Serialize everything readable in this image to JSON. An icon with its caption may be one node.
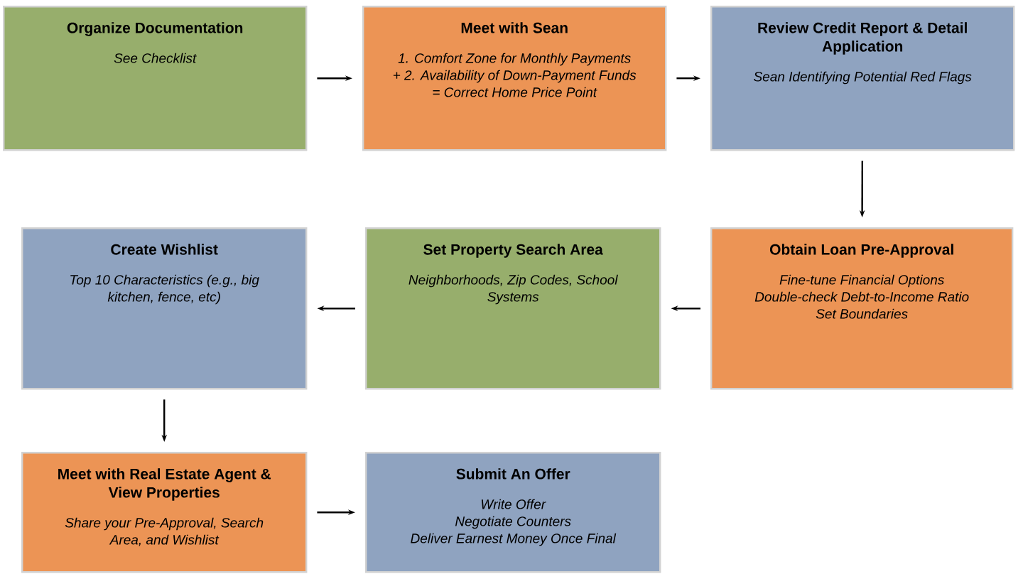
{
  "diagram": {
    "nodes": [
      {
        "text": [
          "Organize Documentation",
          "See Checklist"
        ]
      },
      {
        "text": [
          "Meet with Sean",
          "1. Comfort Zone for Monthly Payments",
          "+ 2. Availability of Down-Payment Funds",
          "= Correct Home Price Point"
        ]
      },
      {
        "text": [
          "Review Credit Report & Detail Application",
          "Sean Identifying Potential Red Flags"
        ]
      },
      {
        "text": [
          "Create Wishlist",
          "Top 10 Characteristics (e.g., big kitchen, fence, etc)"
        ]
      },
      {
        "text": [
          "Set Property Search Area",
          "Neighborhoods, Zip Codes, School Systems"
        ]
      },
      {
        "text": [
          "Obtain Loan Pre-Approval",
          "Fine-tune Financial Options",
          "Double-check Debt-to-Income Ratio",
          "Set Boundaries"
        ]
      },
      {
        "text": [
          "Meet with Real Estate Agent & View Properties",
          "Share your Pre-Approval, Search Area, and Wishlist"
        ]
      },
      {
        "text": [
          "Submit An Offer",
          "Write Offer",
          "Negotiate Counters",
          "Deliver Earnest Money Once Final"
        ]
      }
    ],
    "edges": [
      {
        "from": 0,
        "to": 1,
        "arrow": "to"
      },
      {
        "from": 1,
        "to": 2,
        "arrow": "to"
      },
      {
        "from": 2,
        "to": 5,
        "arrow": "to"
      },
      {
        "from": 5,
        "to": 4,
        "arrow": "to"
      },
      {
        "from": 4,
        "to": 3,
        "arrow": "to"
      },
      {
        "from": 3,
        "to": 6,
        "arrow": "to"
      },
      {
        "from": 6,
        "to": 7,
        "arrow": "to"
      }
    ]
  }
}
